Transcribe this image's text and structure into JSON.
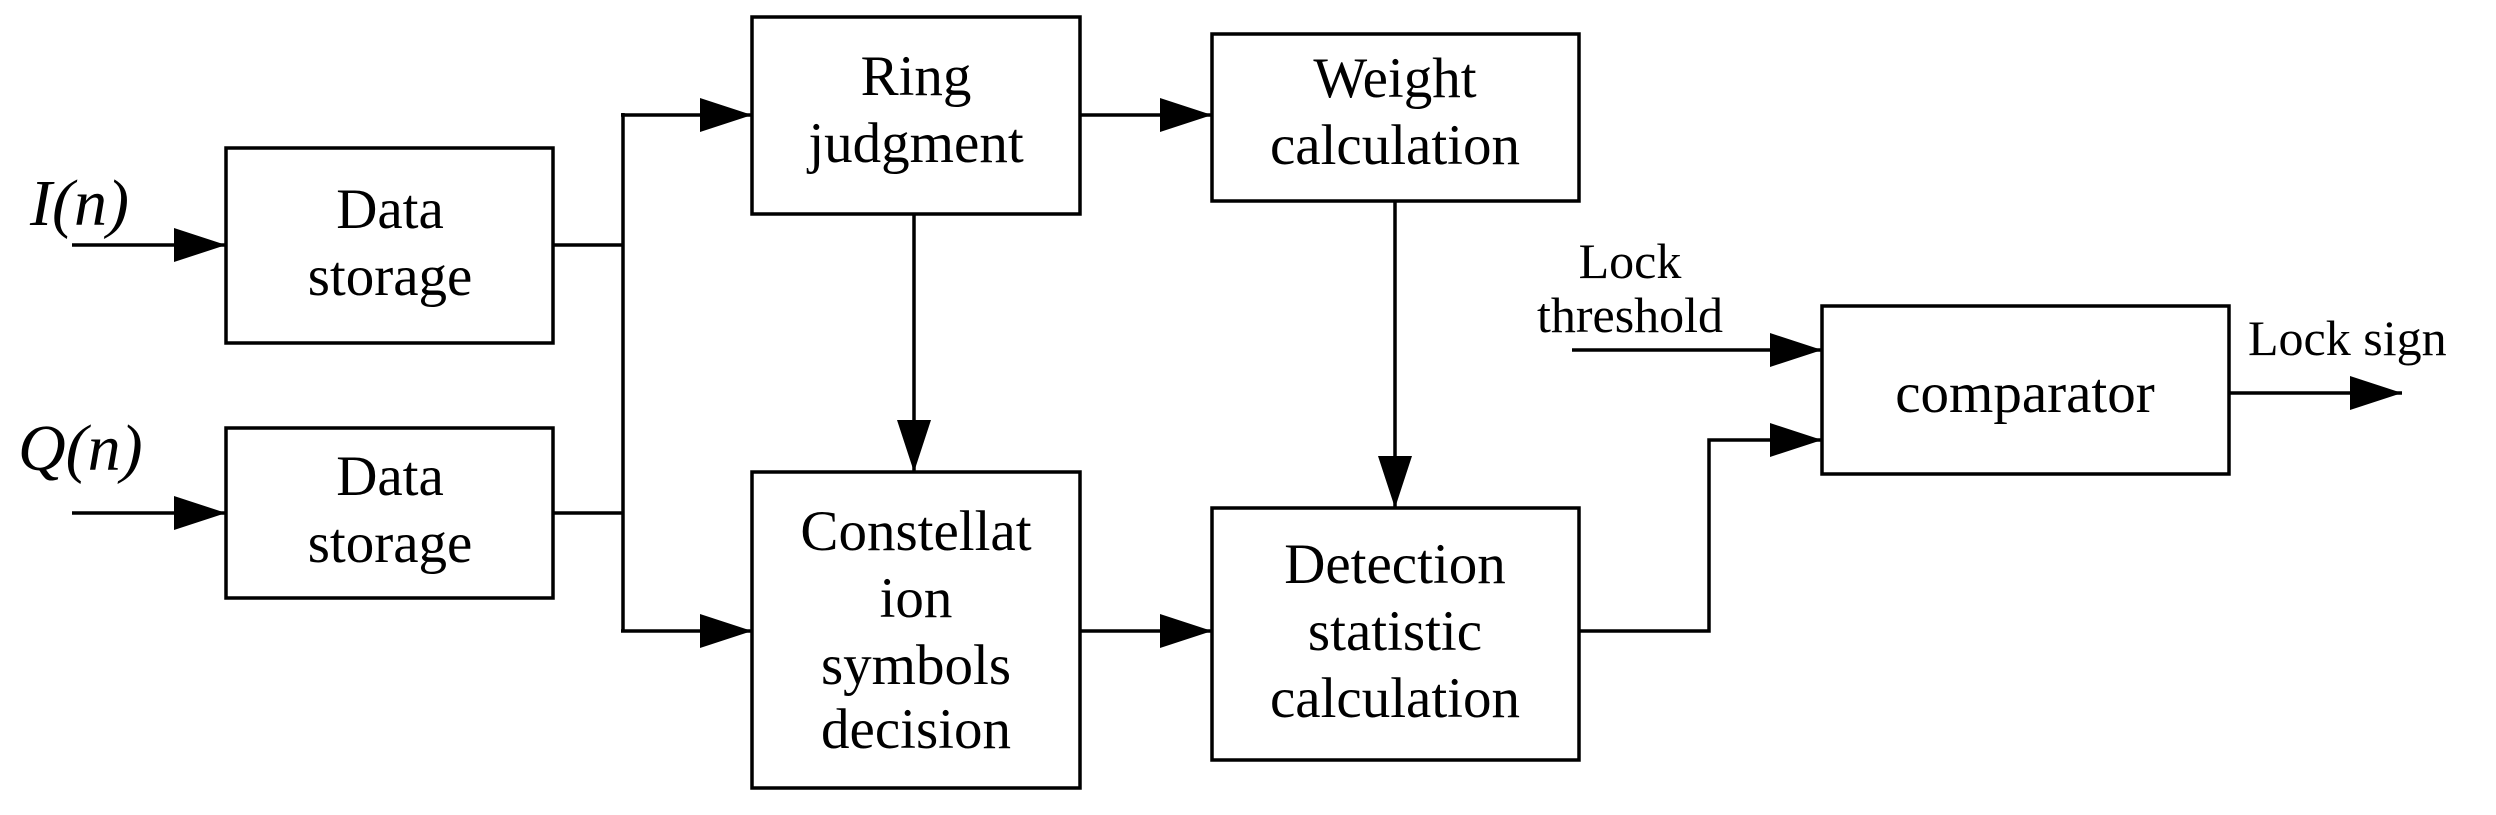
{
  "diagram": {
    "inputs": {
      "i": "I(n)",
      "q": "Q(n)"
    },
    "blocks": {
      "data_storage_i": [
        "Data",
        "storage"
      ],
      "data_storage_q": [
        "Data",
        "storage"
      ],
      "ring_judgment": [
        "Ring",
        "judgment"
      ],
      "weight_calculation": [
        "Weight",
        "calculation"
      ],
      "constellation_decision": [
        "Constellat",
        "ion",
        "symbols",
        "decision"
      ],
      "detection_statistic": [
        "Detection",
        "statistic",
        "calculation"
      ],
      "comparator": [
        "comparator"
      ]
    },
    "signals": {
      "lock_threshold": [
        "Lock",
        "threshold"
      ],
      "lock_sign": "Lock sign"
    }
  }
}
